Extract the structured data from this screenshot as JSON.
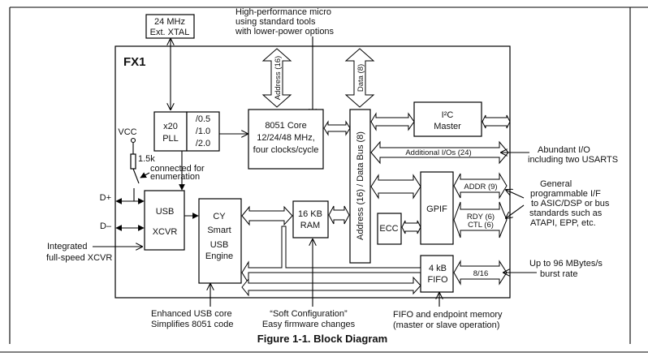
{
  "figure": {
    "caption": "Figure 1-1. Block Diagram",
    "chip_label": "FX1"
  },
  "blocks": {
    "xtal": {
      "line1": "24 MHz",
      "line2": "Ext. XTAL"
    },
    "pll": {
      "line1": "x20",
      "line2": "PLL",
      "dividers": [
        "/0.5",
        "/1.0",
        "/2.0"
      ]
    },
    "core": {
      "line1": "8051 Core",
      "line2": "12/24/48 MHz,",
      "line3": "four clocks/cycle"
    },
    "i2c": {
      "line1": "I²C",
      "line2": "Master"
    },
    "usb_xcvr": {
      "line1": "USB",
      "line2": "XCVR"
    },
    "usb_engine": {
      "line1": "CY",
      "line2": "Smart",
      "line3": "USB",
      "line4": "Engine"
    },
    "ram": {
      "line1": "16 KB",
      "line2": "RAM"
    },
    "addr_data_bus": {
      "label": "Address (16) / Data Bus (8)"
    },
    "ecc": {
      "label": "ECC"
    },
    "gpif": {
      "label": "GPIF"
    },
    "fifo": {
      "line1": "4 kB",
      "line2": "FIFO"
    }
  },
  "buses": {
    "address": "Address (16)",
    "data": "Data (8)",
    "additional_ios": "Additional I/Os (24)",
    "addr": "ADDR (9)",
    "rdy": "RDY (6)",
    "ctl": "CTL (6)",
    "fifo_width": "8/16"
  },
  "signals": {
    "vcc": "VCC",
    "resistor": "1.5k",
    "d_plus": "D+",
    "d_minus": "D–",
    "enum_note": [
      "connected for",
      "enumeration"
    ]
  },
  "annotations": {
    "micro": [
      "High-performance micro",
      "using standard tools",
      "with lower-power options"
    ],
    "abundant_io": [
      "Abundant I/O",
      "including two USARTS"
    ],
    "general_if": [
      "General",
      "programmable I/F",
      "to ASIC/DSP or bus",
      "standards such as",
      "ATAPI, EPP, etc."
    ],
    "burst": [
      "Up to 96 MBytes/s",
      "burst rate"
    ],
    "xcvr": [
      "Integrated",
      "full-speed XCVR"
    ],
    "usb_core": [
      "Enhanced USB core",
      "Simplifies 8051 code"
    ],
    "soft_config": [
      "“Soft Configuration”",
      "Easy firmware changes"
    ],
    "fifo_mem": [
      "FIFO and endpoint memory",
      "(master or slave operation)"
    ]
  }
}
